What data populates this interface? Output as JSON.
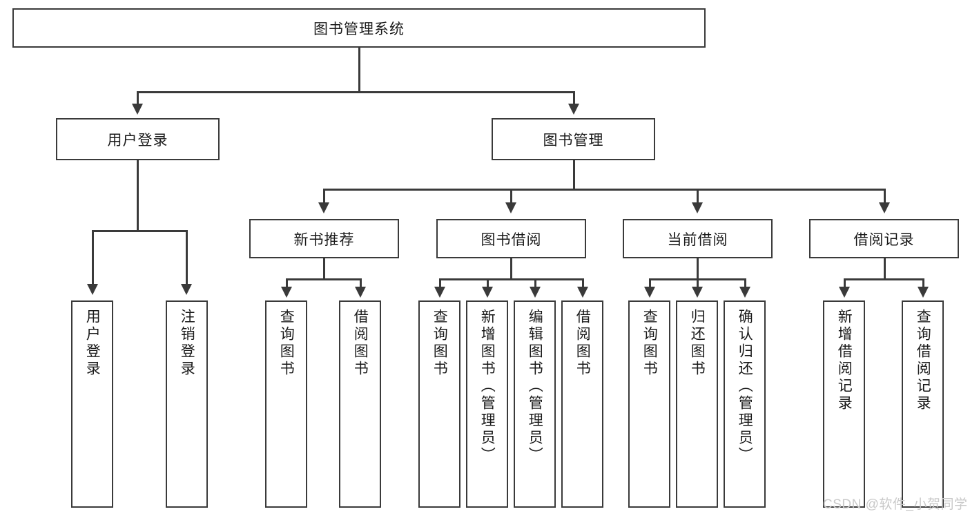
{
  "diagram": {
    "type": "tree",
    "title": "图书管理系统",
    "levels": {
      "root": {
        "label": "图书管理系统"
      },
      "level2": [
        {
          "label": "用户登录"
        },
        {
          "label": "图书管理"
        }
      ],
      "level3": [
        {
          "label": "新书推荐"
        },
        {
          "label": "图书借阅"
        },
        {
          "label": "当前借阅"
        },
        {
          "label": "借阅记录"
        }
      ],
      "leaves": {
        "user_login": [
          {
            "label": "用户登录"
          },
          {
            "label": "注销登录"
          }
        ],
        "new_book_recommend": [
          {
            "label": "查询图书"
          },
          {
            "label": "借阅图书"
          }
        ],
        "book_borrow": [
          {
            "label": "查询图书"
          },
          {
            "label": "新增图书（管理员）"
          },
          {
            "label": "编辑图书（管理员）"
          },
          {
            "label": "借阅图书"
          }
        ],
        "current_borrow": [
          {
            "label": "查询图书"
          },
          {
            "label": "归还图书"
          },
          {
            "label": "确认归还（管理员）"
          }
        ],
        "borrow_records": [
          {
            "label": "新增借阅记录"
          },
          {
            "label": "查询借阅记录"
          }
        ]
      }
    }
  },
  "watermark": {
    "text": "CSDN @软件_小贺同学"
  },
  "colors": {
    "stroke": "#3a3a3a",
    "fill": "#ffffff",
    "text": "#1a1a1a",
    "watermark": "#c9c9c9"
  }
}
